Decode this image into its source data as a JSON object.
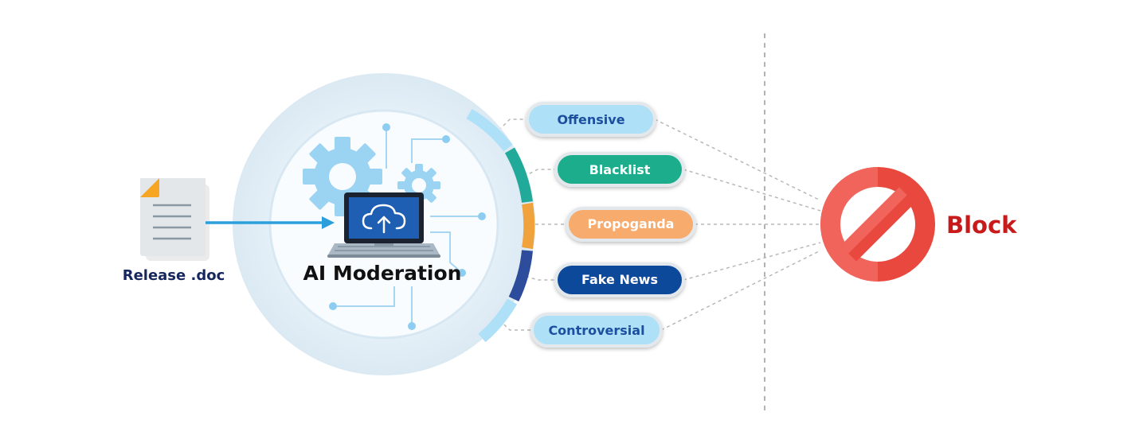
{
  "source": {
    "label": "Release .doc",
    "icon": "document-icon"
  },
  "center": {
    "label": "AI Moderation",
    "icons": [
      "gear-icon",
      "laptop-icon",
      "cloud-upload-icon"
    ]
  },
  "categories": [
    {
      "label": "Offensive",
      "fill": "#aee0f7",
      "text": "#1f4fa0"
    },
    {
      "label": "Blacklist",
      "fill": "#1fae8c",
      "text": "#ffffff"
    },
    {
      "label": "Propoganda",
      "fill": "#f7ab6d",
      "text": "#ffffff"
    },
    {
      "label": "Fake News",
      "fill": "#0f4a9a",
      "text": "#ffffff"
    },
    {
      "label": "Controversial",
      "fill": "#aee0f7",
      "text": "#1f4fa0"
    }
  ],
  "result": {
    "label": "Block",
    "icon": "prohibited-icon",
    "color": "#c81a1a"
  },
  "colors": {
    "navy": "#16275e",
    "arrow": "#2b9fdc",
    "gear": "#9bd3f3",
    "ring_segments": [
      "#aee0f7",
      "#21a99a",
      "#f0a33c",
      "#2d4d9c",
      "#aee0f7"
    ],
    "block_red": "#e8483d"
  }
}
